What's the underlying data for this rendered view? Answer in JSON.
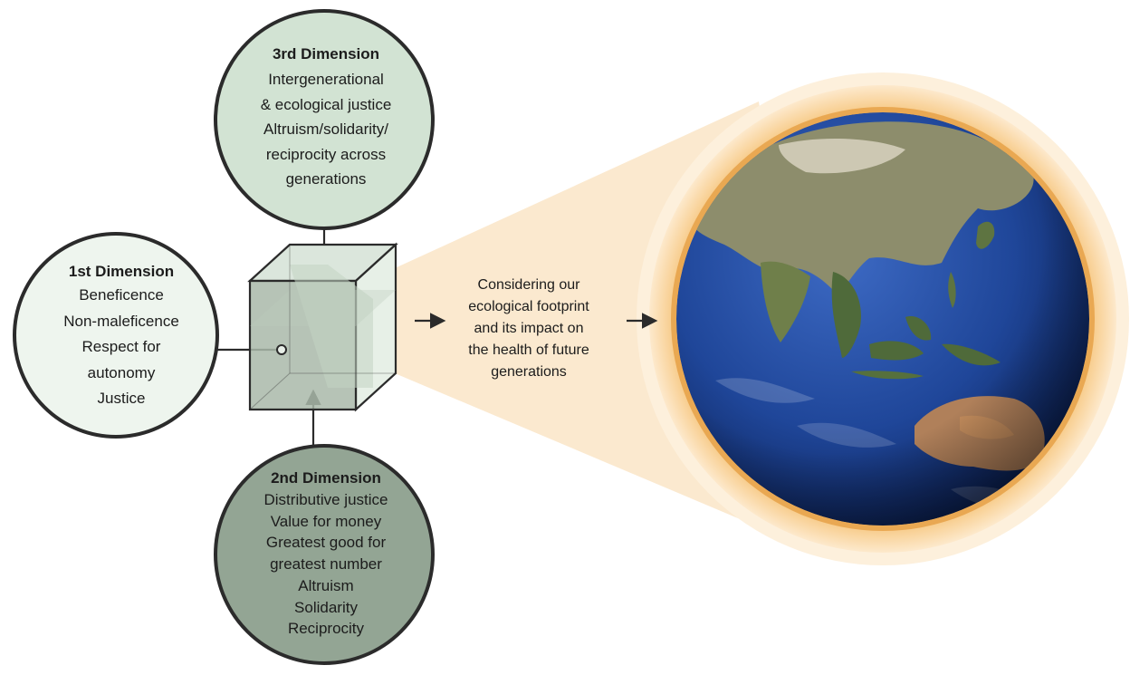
{
  "dimensions": {
    "first": {
      "title": "1st Dimension",
      "lines": [
        "Beneficence",
        "Non-maleficence",
        "Respect for",
        "autonomy",
        "Justice"
      ],
      "fill": "#eef5ee"
    },
    "second": {
      "title": "2nd Dimension",
      "lines": [
        "Distributive justice",
        "Value for money",
        "Greatest good for",
        "greatest number",
        "Altruism",
        "Solidarity",
        "Reciprocity"
      ],
      "fill": "#93a594"
    },
    "third": {
      "title": "3rd Dimension",
      "lines": [
        "Intergenerational",
        "& ecological justice",
        "Altruism/solidarity/",
        "reciprocity across",
        "generations"
      ],
      "fill": "#d2e3d3"
    }
  },
  "footprint_text": [
    "Considering our",
    "ecological footprint",
    "and its impact on",
    "the health of future",
    "generations"
  ],
  "globe": {
    "description_icon": "earth-globe-icon",
    "glow_color": "#f6c57a",
    "ocean_color": "#1c3f93"
  },
  "colors": {
    "outline": "#2b2b2b",
    "cone": "#fbe9cf"
  }
}
